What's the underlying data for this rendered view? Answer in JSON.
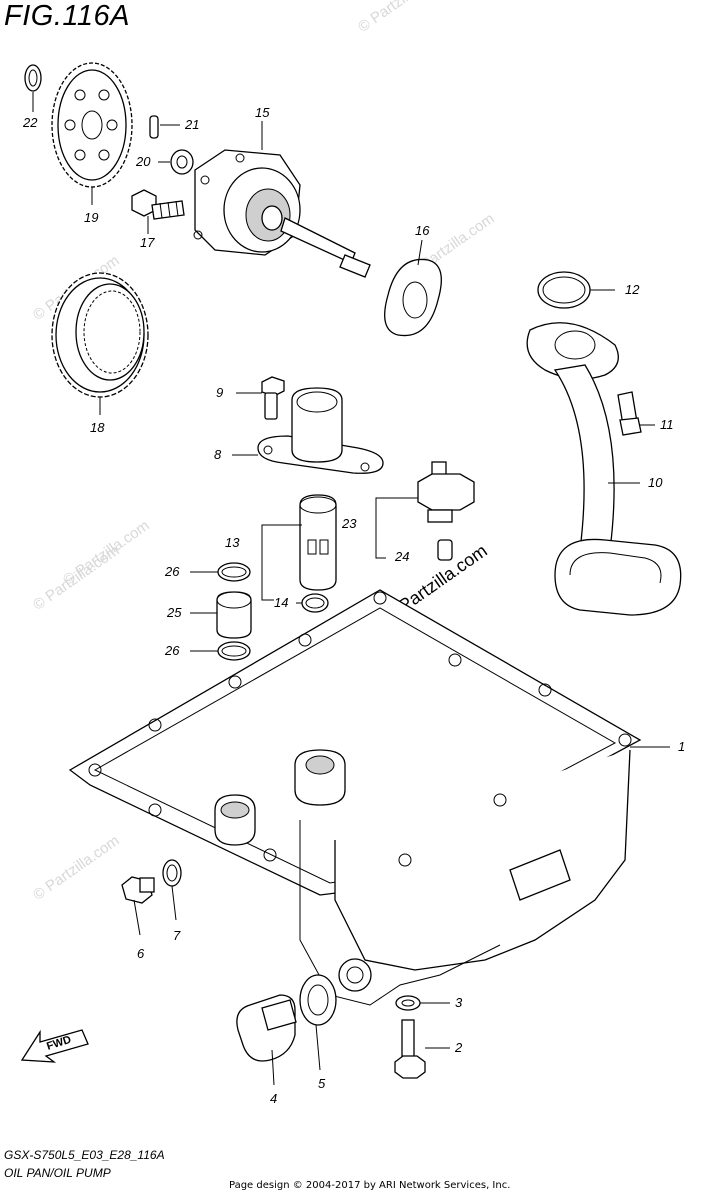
{
  "figure": {
    "title": "FIG.116A"
  },
  "footer": {
    "model_code": "GSX-S750L5_E03_E28_116A",
    "section_name": "OIL PAN/OIL PUMP",
    "credit": "Page design © 2004-2017 by ARI Network Services, Inc."
  },
  "watermark": {
    "text": "© Partzilla.com",
    "main_text": "© Partzilla.com"
  },
  "fwd_label": "FWD",
  "callouts": [
    "1",
    "2",
    "3",
    "4",
    "5",
    "6",
    "7",
    "8",
    "9",
    "10",
    "11",
    "12",
    "13",
    "14",
    "15",
    "16",
    "17",
    "18",
    "19",
    "20",
    "21",
    "22",
    "23",
    "24",
    "25",
    "26",
    "26"
  ]
}
